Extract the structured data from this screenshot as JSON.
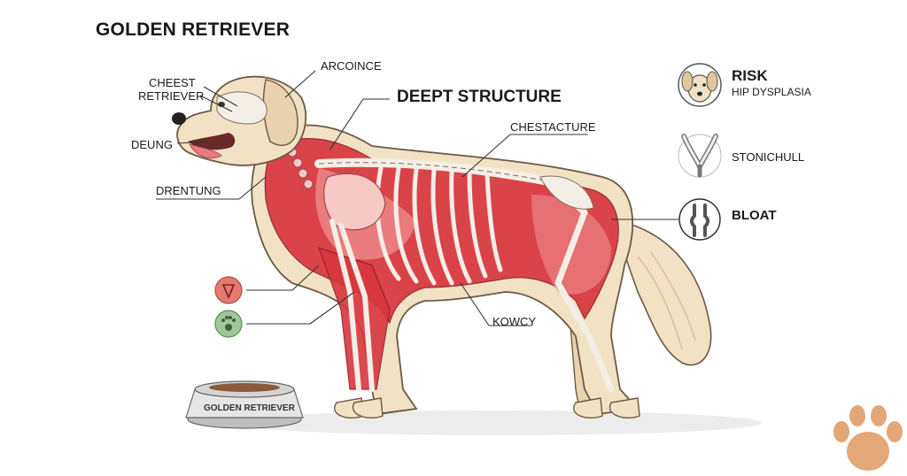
{
  "title": "GOLDEN RETRIEVER",
  "labels": {
    "arcoince": "ARCOINCE",
    "cheest": "CHEEST",
    "retriever": "RETRIEVER",
    "deept_structure": "DEEPT STRUCTURE",
    "chestacture": "CHESTACTURE",
    "deung": "DEUNG",
    "drentung": "DRENTUNG",
    "kowcy": "KOWCY"
  },
  "risks": {
    "risk": "RISK",
    "hip_dysplasia": "HIP DYSPLASIA",
    "stonichull": "STONICHULL",
    "bloat": "BLOAT"
  },
  "bowl_label": "GOLDEN RETRIEVER",
  "icons": [
    "dog-face-icon",
    "wishbone-bone-icon",
    "knee-joint-icon",
    "heart-shield-icon",
    "paw-icon",
    "paw-print-logo-icon"
  ],
  "colors": {
    "muscle_red": "#d9363e",
    "muscle_light": "#ef8f8f",
    "fur": "#f1e2c3",
    "bone": "#f3eee6",
    "paw_brown": "#e2a878",
    "icon_red": "#e47a72",
    "icon_green": "#9fc79a"
  }
}
